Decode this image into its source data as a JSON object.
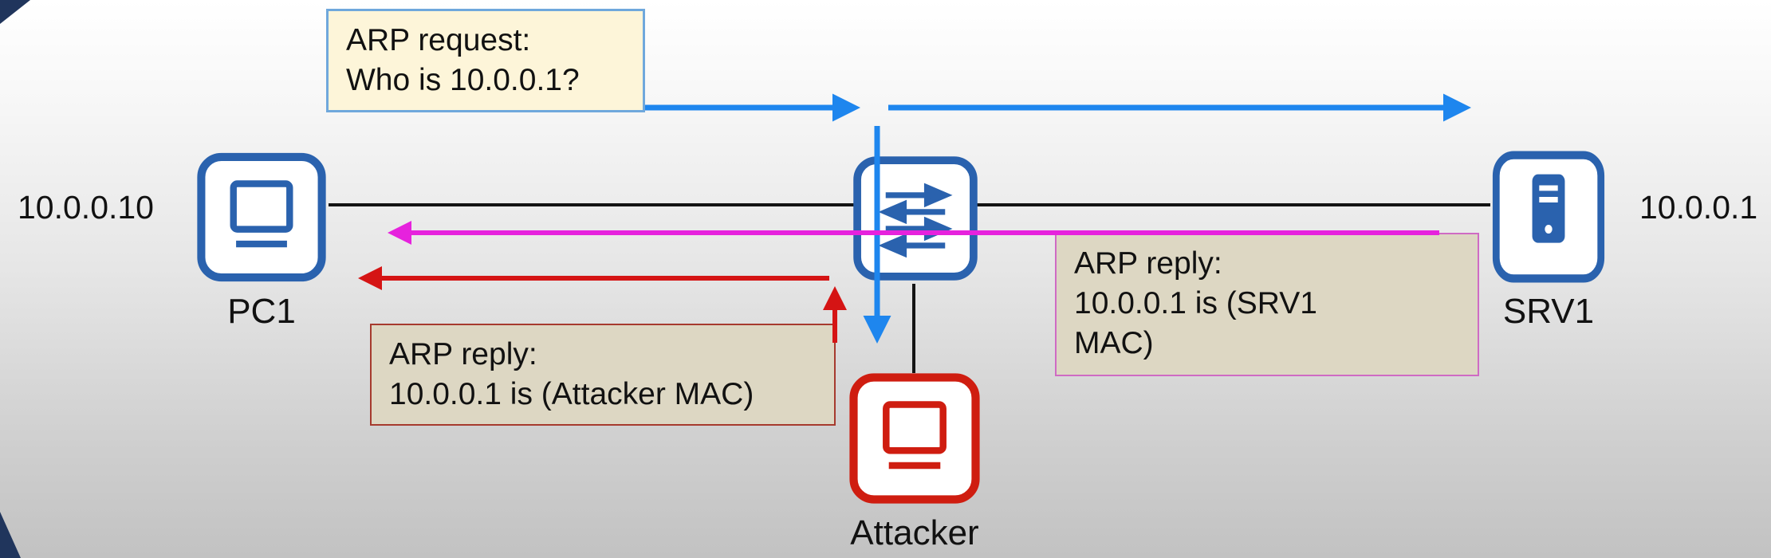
{
  "devices": {
    "pc1": {
      "label": "PC1",
      "ip": "10.0.0.10"
    },
    "srv1": {
      "label": "SRV1",
      "ip": "10.0.0.1"
    },
    "attacker": {
      "label": "Attacker"
    }
  },
  "callouts": {
    "arp_request": {
      "line1": "ARP request:",
      "line2": "Who is 10.0.0.1?"
    },
    "arp_reply_attacker": {
      "line1": "ARP reply:",
      "line2": "10.0.0.1 is (Attacker MAC)"
    },
    "arp_reply_srv1": {
      "line1": "ARP reply:",
      "line2": "10.0.0.1 is (SRV1 MAC)"
    }
  },
  "colors": {
    "device_blue": "#2a62ae",
    "attacker_red": "#cf1d10",
    "arrow_blue": "#1e86ee",
    "arrow_magenta": "#e622dd",
    "arrow_red": "#d51414",
    "link_black": "#141414",
    "request_box_bg": "#fdf5d9",
    "request_box_border": "#6fa8dc",
    "reply_box_bg": "#ddd7c3",
    "reply_attacker_border": "#a63a2e",
    "reply_srv_border": "#cf6bc4"
  }
}
